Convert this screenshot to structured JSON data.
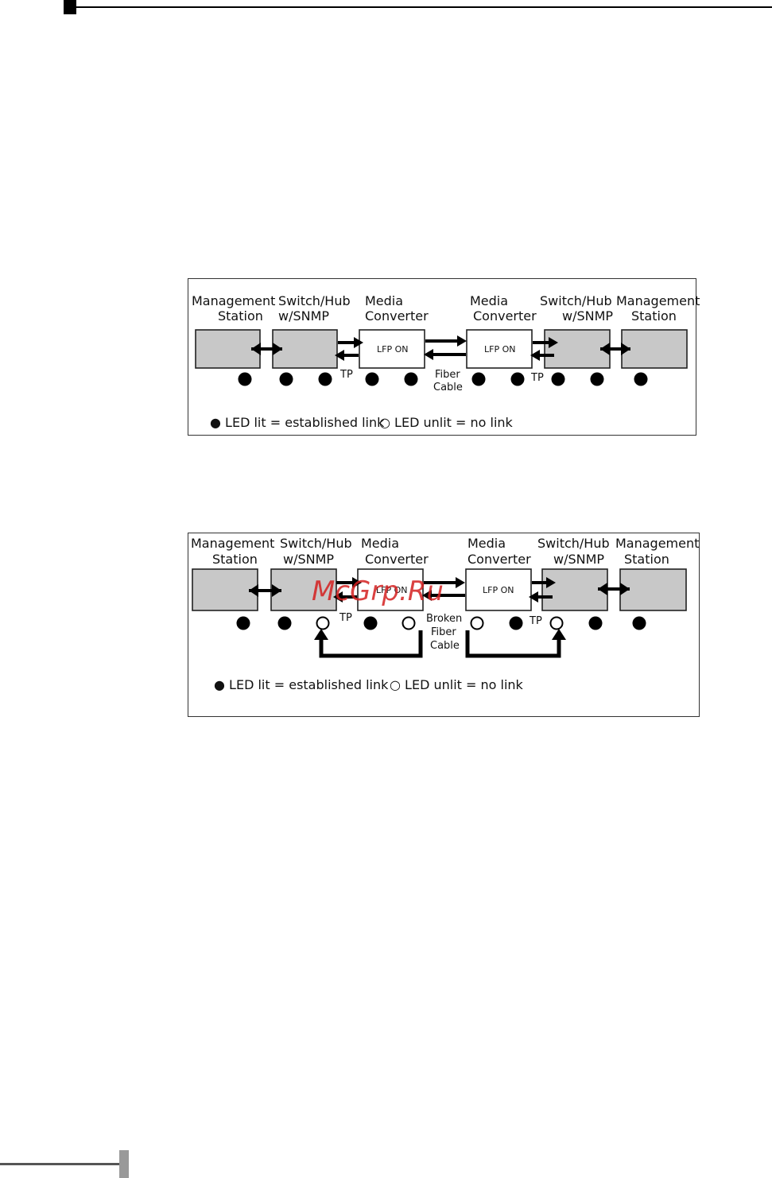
{
  "labels": {
    "management_station": [
      "Management",
      "Station"
    ],
    "switch_hub": [
      "Switch/Hub",
      "w/SNMP"
    ],
    "media_converter": [
      "Media",
      "Converter"
    ],
    "lfp_on": "LFP ON",
    "tp": "TP",
    "fiber_cable": [
      "Fiber",
      "Cable"
    ],
    "broken_fiber_cable": [
      "Broken",
      "Fiber",
      "Cable"
    ],
    "legend_lit": "● LED lit = established link",
    "legend_unlit": "○ LED unlit = no link"
  },
  "watermark": "McGrp.Ru",
  "diagram1": {
    "leds": [
      "lit",
      "lit",
      "lit",
      "lit",
      "lit",
      "lit",
      "lit",
      "lit",
      "lit",
      "lit"
    ]
  },
  "diagram2": {
    "leds": [
      "lit",
      "lit",
      "unlit",
      "lit",
      "unlit",
      "unlit",
      "lit",
      "unlit",
      "lit",
      "lit"
    ]
  },
  "colors": {
    "device_fill": "#c8c8c8",
    "watermark": "#d42020"
  }
}
